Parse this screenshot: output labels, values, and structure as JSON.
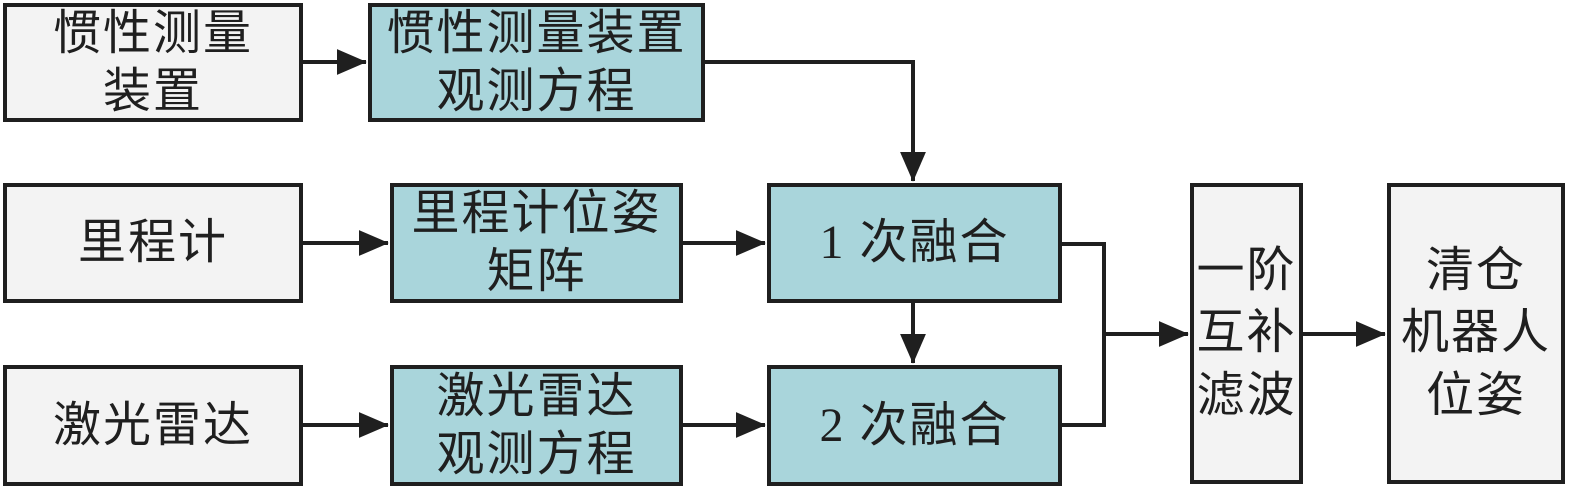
{
  "colors": {
    "process_fill": "#a9d5db",
    "source_fill": "#f3f3f3",
    "line": "#1f1f1f",
    "background": "#ffffff",
    "text": "#1f1f1f"
  },
  "boxes": {
    "imu": {
      "label": "惯性测量\n装置"
    },
    "imu_observation": {
      "label": "惯性测量装置\n观测方程"
    },
    "odometer": {
      "label": "里程计"
    },
    "odometer_pose": {
      "label": "里程计位姿\n矩阵"
    },
    "lidar": {
      "label": "激光雷达"
    },
    "lidar_observation": {
      "label": "激光雷达\n观测方程"
    },
    "fusion_first": {
      "label": "1 次融合"
    },
    "fusion_second": {
      "label": "2 次融合"
    },
    "complementary_filter": {
      "label": "一阶\n互补\n滤波"
    },
    "robot_pose": {
      "label": "清仓\n机器人\n位姿"
    }
  }
}
